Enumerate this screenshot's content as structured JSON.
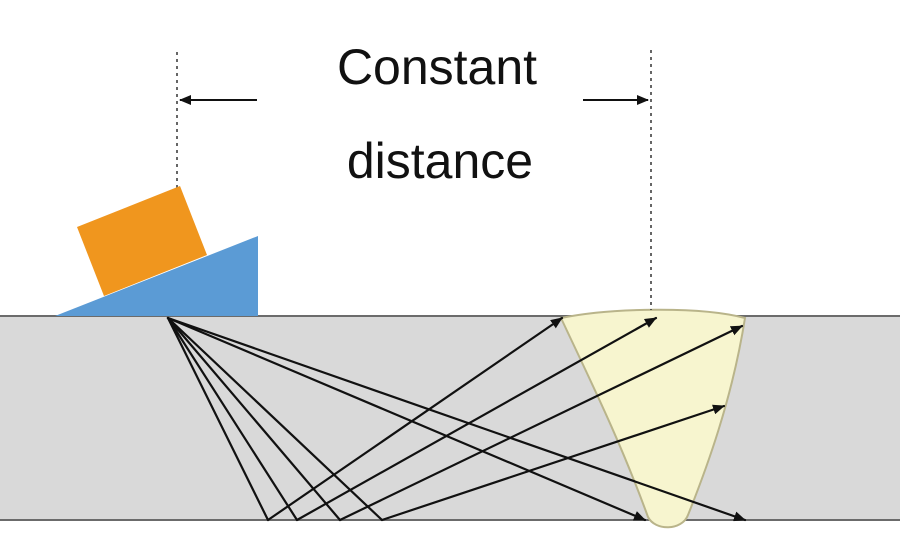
{
  "label": {
    "line1": "Constant",
    "line2": "distance"
  },
  "colors": {
    "plate_fill": "#d9d9d9",
    "plate_edge": "#6b6b6b",
    "wedge": "#5b9bd5",
    "probe": "#f0961e",
    "weld": "#f7f5cf",
    "weld_edge": "#b9b48a",
    "beam": "#111111",
    "guide": "#333333"
  },
  "icons": {
    "probe": "transducer-block",
    "wedge": "angle-wedge",
    "weld": "weld-bead",
    "arrow": "arrow-head"
  }
}
